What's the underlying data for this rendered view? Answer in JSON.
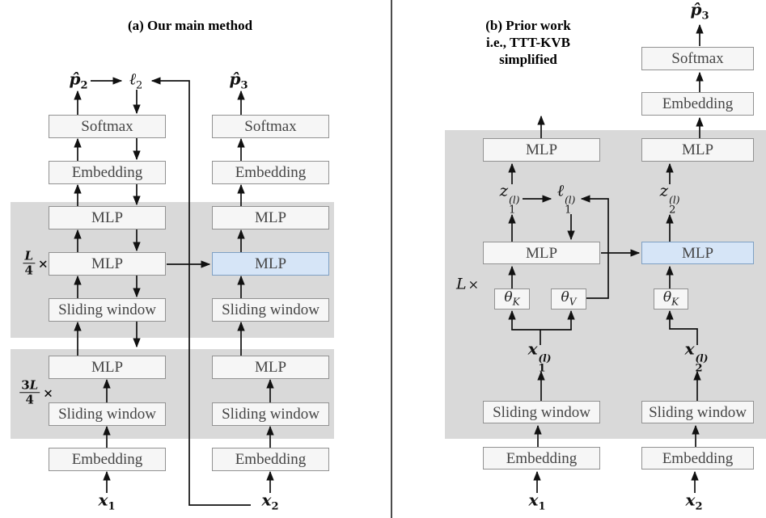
{
  "titles": {
    "a": "(a) Our main method",
    "b_line1": "(b) Prior work",
    "b_line2": "i.e., TTT-KVB",
    "b_line3": "simplified"
  },
  "box_labels": {
    "softmax": "Softmax",
    "embedding": "Embedding",
    "mlp": "MLP",
    "sliding_window": "Sliding window"
  },
  "math": {
    "p2": {
      "base": "p̂",
      "sub": "2"
    },
    "l2": {
      "base": "ℓ",
      "sub": "2"
    },
    "p3": {
      "base": "p̂",
      "sub": "3"
    },
    "x1": {
      "base": "x",
      "sub": "1"
    },
    "x2": {
      "base": "x",
      "sub": "2"
    },
    "z1": {
      "base": "z",
      "sub": "1",
      "sup": "(l)"
    },
    "l1": {
      "base": "ℓ",
      "sub": "1",
      "sup": "(l)"
    },
    "z2": {
      "base": "z",
      "sub": "2",
      "sup": "(l)"
    },
    "x1l": {
      "base": "x",
      "sub": "1",
      "sup": "(l)"
    },
    "x2l": {
      "base": "x",
      "sub": "2",
      "sup": "(l)"
    },
    "theta_k": {
      "base": "θ",
      "sub": "K"
    },
    "theta_v": {
      "base": "θ",
      "sub": "V"
    }
  },
  "repeat_labels": {
    "L4": {
      "num": "L",
      "den": "4",
      "times": "×"
    },
    "L34": {
      "num_prefix": "3",
      "num": "L",
      "den": "4",
      "times": "×"
    },
    "L": {
      "base": "L",
      "times": "×"
    }
  },
  "colors": {
    "gray_block": "#d9d9d9",
    "box_fill": "#f6f6f6",
    "box_border": "#929292",
    "blue_fill": "#d6e5f7",
    "blue_border": "#7fa0c4",
    "line": "#111111",
    "box_text": "#454545",
    "math_text": "#111111",
    "divider": "#4d4d4d"
  }
}
